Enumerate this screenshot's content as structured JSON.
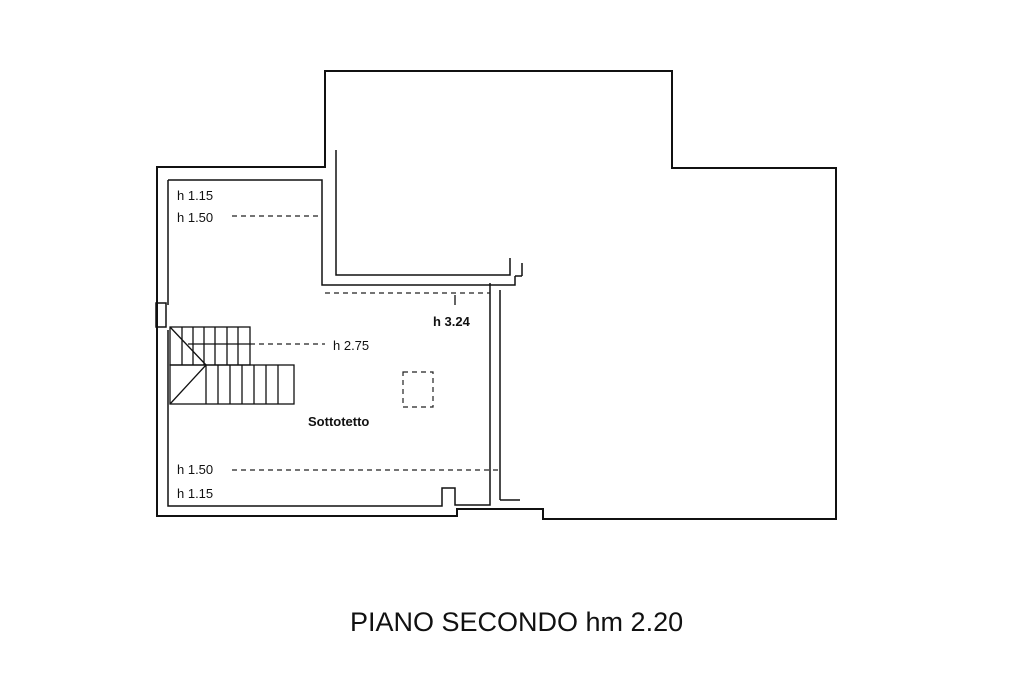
{
  "plan": {
    "room_name": "Sottotetto",
    "heights": {
      "top_low": "h 1.15",
      "top_mid": "h 1.50",
      "stair": "h 2.75",
      "ridge": "h 3.24",
      "bottom_mid": "h 1.50",
      "bottom_low": "h 1.15"
    },
    "caption": "PIANO SECONDO hm 2.20"
  }
}
